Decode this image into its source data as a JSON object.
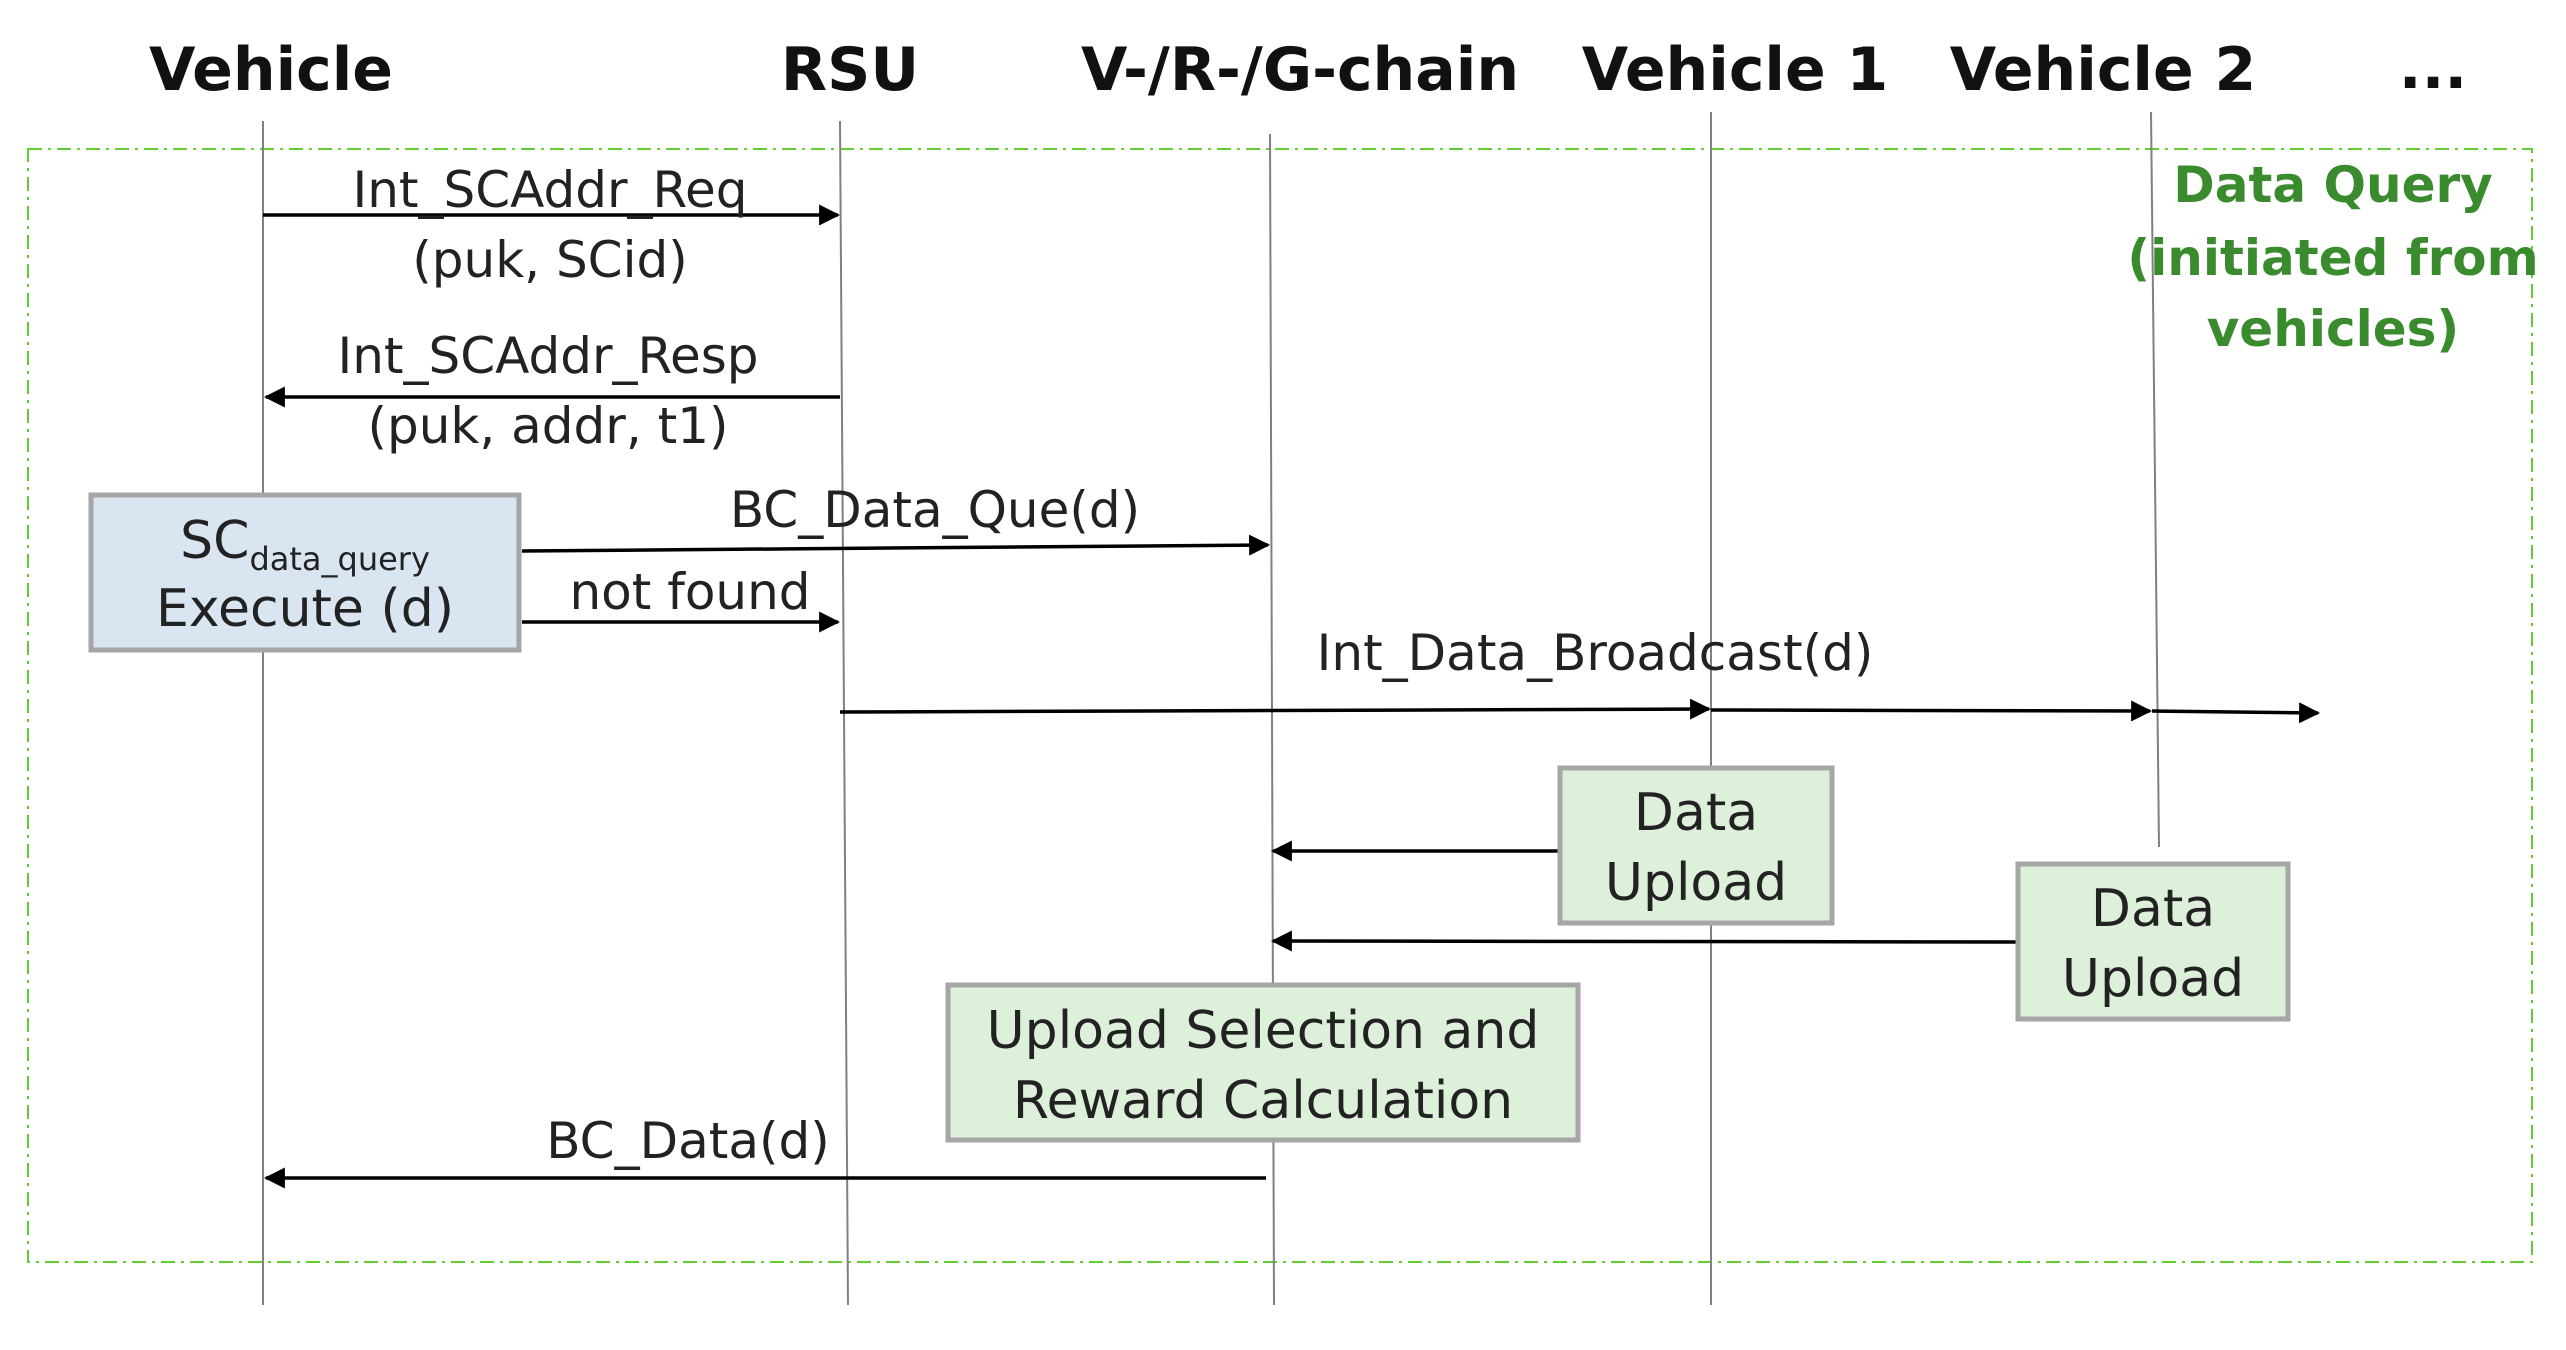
{
  "colors": {
    "frame_border": "#66CC33",
    "note_text": "#3A8A2E",
    "activation_fill": "#DAE5F2",
    "process_fill": "#DDF0DA",
    "box_border": "#A6A6A6",
    "lifeline": "#808080",
    "arrow": "#000000"
  },
  "participants": [
    {
      "id": "vehicle",
      "label": "Vehicle"
    },
    {
      "id": "rsu",
      "label": "RSU"
    },
    {
      "id": "chain",
      "label": "V-/R-/G-chain"
    },
    {
      "id": "vehicle1",
      "label": "Vehicle 1"
    },
    {
      "id": "vehicle2",
      "label": "Vehicle 2"
    },
    {
      "id": "more",
      "label": "..."
    }
  ],
  "frame": {
    "label_lines": [
      "Data Query",
      "(initiated from",
      "vehicles)"
    ]
  },
  "messages": [
    {
      "id": "int-scaddr-req",
      "from": "vehicle",
      "to": "rsu",
      "label": "Int_SCAddr_Req",
      "sublabel": "(puk, SCid)"
    },
    {
      "id": "int-scaddr-resp",
      "from": "rsu",
      "to": "vehicle",
      "label": "Int_SCAddr_Resp",
      "sublabel": "(puk, addr, t1)"
    },
    {
      "id": "bc-data-que",
      "from": "vehicle",
      "to": "chain",
      "label": "BC_Data_Que(d)",
      "sublabel": ""
    },
    {
      "id": "not-found",
      "from": "vehicle",
      "to": "rsu",
      "label": "not found",
      "sublabel": ""
    },
    {
      "id": "int-data-broadcast",
      "from": "rsu",
      "to": "vehicle1, vehicle2, ...",
      "label": "Int_Data_Broadcast(d)",
      "sublabel": ""
    },
    {
      "id": "upload-v1",
      "from": "vehicle1",
      "to": "chain",
      "label": "",
      "sublabel": ""
    },
    {
      "id": "upload-v2",
      "from": "vehicle2",
      "to": "chain",
      "label": "",
      "sublabel": ""
    },
    {
      "id": "bc-data",
      "from": "chain",
      "to": "vehicle",
      "label": "BC_Data(d)",
      "sublabel": ""
    }
  ],
  "boxes": {
    "sc_execute": {
      "main": "SC",
      "subscript": "data_query",
      "line2": "Execute (d)"
    },
    "upload_v1": {
      "line1": "Data",
      "line2": "Upload"
    },
    "upload_v2": {
      "line1": "Data",
      "line2": "Upload"
    },
    "selection": {
      "line1": "Upload Selection and",
      "line2": "Reward Calculation"
    }
  }
}
